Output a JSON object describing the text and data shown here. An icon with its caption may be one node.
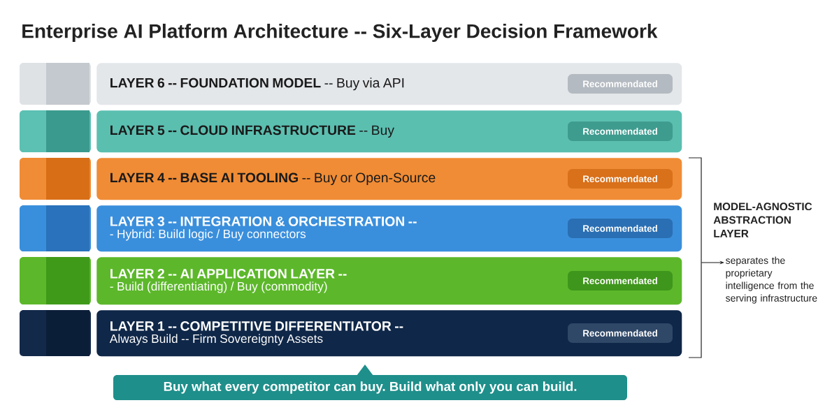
{
  "diagram": {
    "title": "Enterprise AI Platform Architecture -- Six-Layer Decision Framework",
    "nodes": [
      {
        "text": [
          "**LAYER 6 -- FOUNDATION MODEL** -- Buy via API"
        ]
      },
      {
        "text": [
          "Recommendated"
        ],
        "in": 0
      },
      {
        "text": [
          "**LAYER 5 -- CLOUD INFRASTRUCTURE** -- Buy"
        ]
      },
      {
        "text": [
          "Recommendated"
        ],
        "in": 2
      },
      {
        "text": [
          "**LAYER 4 -- BASE AI TOOLING** -- Buy or Open-Source"
        ]
      },
      {
        "text": [
          "Recommendated"
        ],
        "in": 4
      },
      {
        "text": [
          "LAYER 3 -- INTEGRATION & ORCHESTRATION --",
          "- Hybrid: Build logic / Buy connectors"
        ]
      },
      {
        "text": [
          "Recommendated"
        ],
        "in": 6
      },
      {
        "text": [
          "LAYER 2 -- AI APPLICATION LAYER --",
          "- Build (differentiating) / Buy (commodity)"
        ]
      },
      {
        "text": [
          "Recommendated"
        ],
        "in": 8
      },
      {
        "text": [
          "LAYER 1 -- COMPETITIVE DIFFERENTIATOR --",
          "Always Build -- Firm Sovereignty Assets"
        ]
      },
      {
        "text": [
          "Recommendated"
        ],
        "in": 10
      },
      {
        "text": [
          "Buy what every competitor can buy. Build what only you can build."
        ]
      },
      {
        "text": [
          "separates the proprietary intelligence from the serving infrastructure"
        ]
      },
      {
        "text": [],
        "shape": "bracket"
      }
    ],
    "edges": [
      {
        "from": 14,
        "to": 13,
        "arrow": "to"
      }
    ],
    "labels": [
      "MODEL-AGNOSTIC ABSTRACTION LAYER"
    ]
  }
}
